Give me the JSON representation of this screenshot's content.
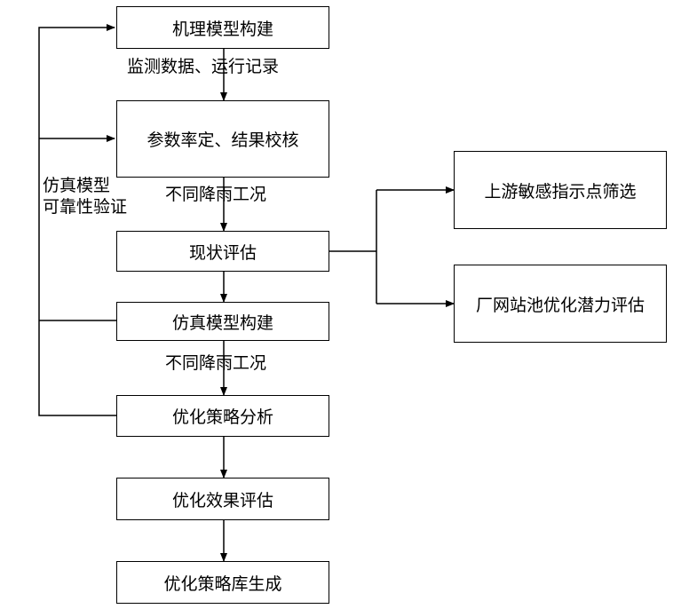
{
  "nodes": {
    "mechanism_model": "机理模型构建",
    "param_calibration": "参数率定、结果校核",
    "status_evaluation": "现状评估",
    "sim_model": "仿真模型构建",
    "strategy_analysis": "优化策略分析",
    "effect_evaluation": "优化效果评估",
    "library_generation": "优化策略库生成",
    "upstream_screening": "上游敏感指示点筛选",
    "potential_evaluation": "厂网站池优化潜力评估"
  },
  "edge_labels": {
    "monitoring": "监测数据、运行记录",
    "rain_1": "不同降雨工况",
    "rain_2": "不同降雨工况",
    "reliability_line1": "仿真模型",
    "reliability_line2": "可靠性验证"
  }
}
